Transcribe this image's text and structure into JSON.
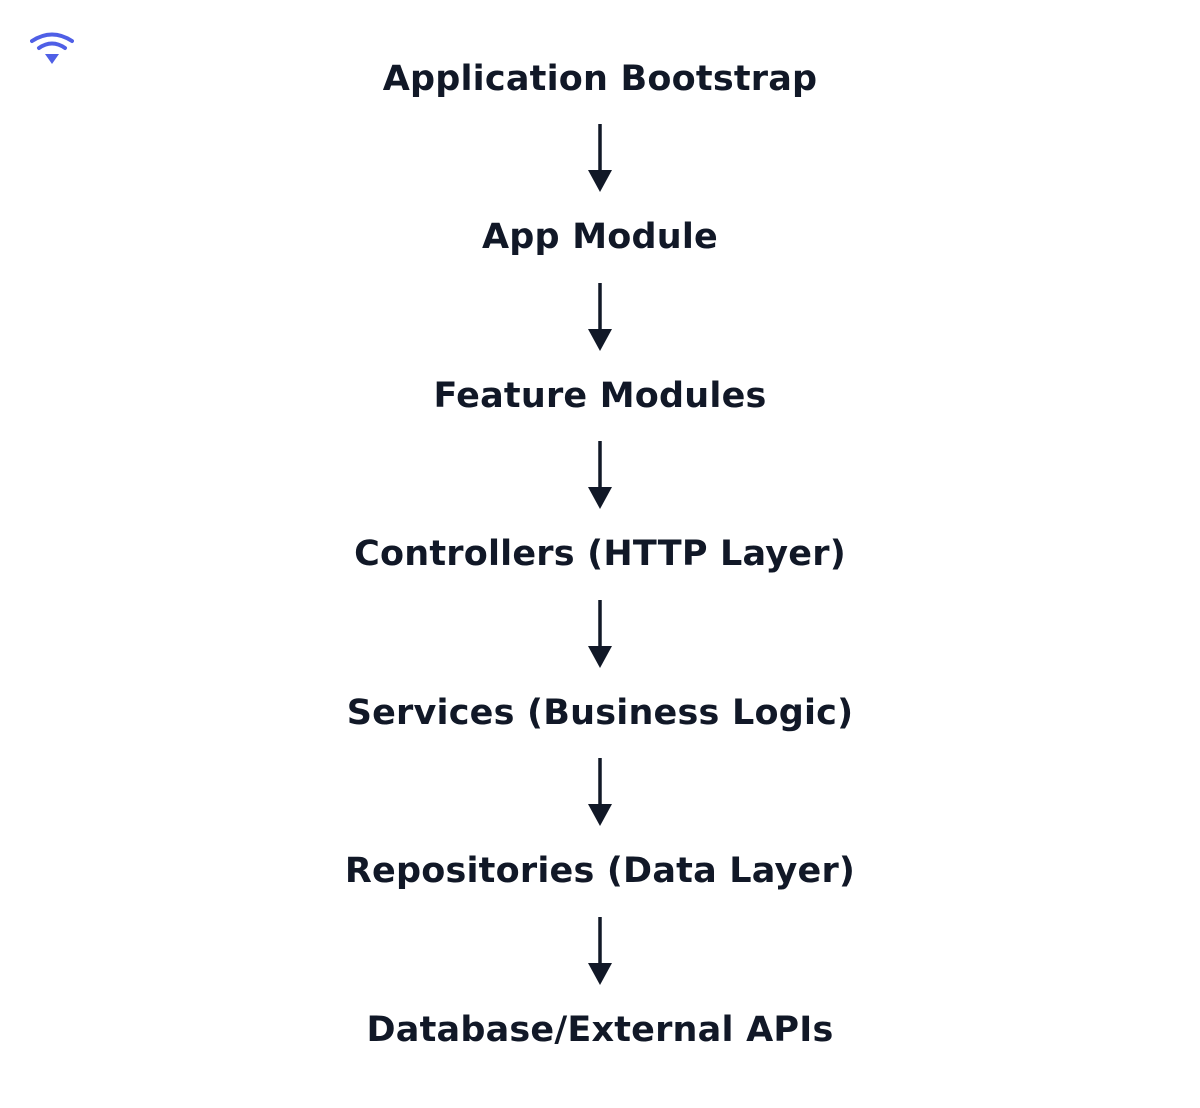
{
  "colors": {
    "text": "#111827",
    "arrow": "#111827",
    "logo": "#4f5fe6"
  },
  "logo": {
    "icon": "wifi-signal-icon"
  },
  "flow": {
    "steps": [
      "Application Bootstrap",
      "App Module",
      "Feature Modules",
      "Controllers (HTTP Layer)",
      "Services (Business Logic)",
      "Repositories (Data Layer)",
      "Database/External APIs"
    ]
  }
}
